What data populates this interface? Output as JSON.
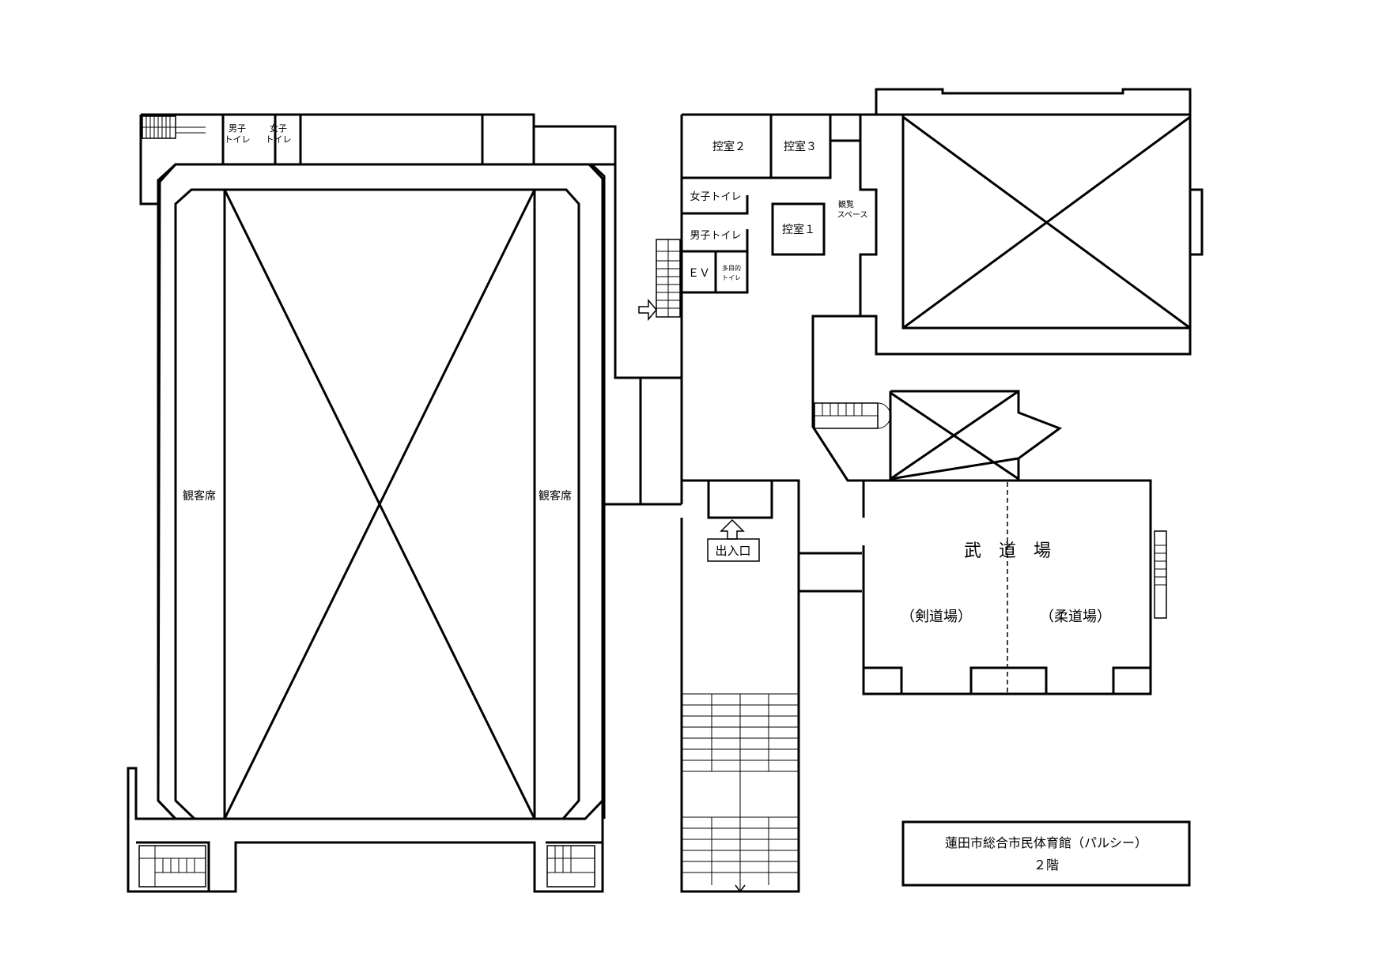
{
  "rooms": {
    "toilet_men_main": [
      "男子",
      "トイレ"
    ],
    "toilet_women_main": [
      "女子",
      "トイレ"
    ],
    "seating_left": "観客席",
    "seating_right": "観客席",
    "waiting_2": "控室２",
    "waiting_3": "控室３",
    "waiting_1": "控室１",
    "toilet_women": "女子トイレ",
    "toilet_men": "男子トイレ",
    "elevator": "ＥＶ",
    "multipurpose_toilet": [
      "多目的",
      "トイレ"
    ],
    "viewing_space": [
      "観覧",
      "スペース"
    ],
    "entrance": "出入口",
    "budojo": "武　道　場",
    "kendojo": "（剣道場）",
    "judojo": "（柔道場）"
  },
  "title_box": {
    "name": "蓮田市総合市民体育館（パルシー）",
    "floor": "２階"
  }
}
